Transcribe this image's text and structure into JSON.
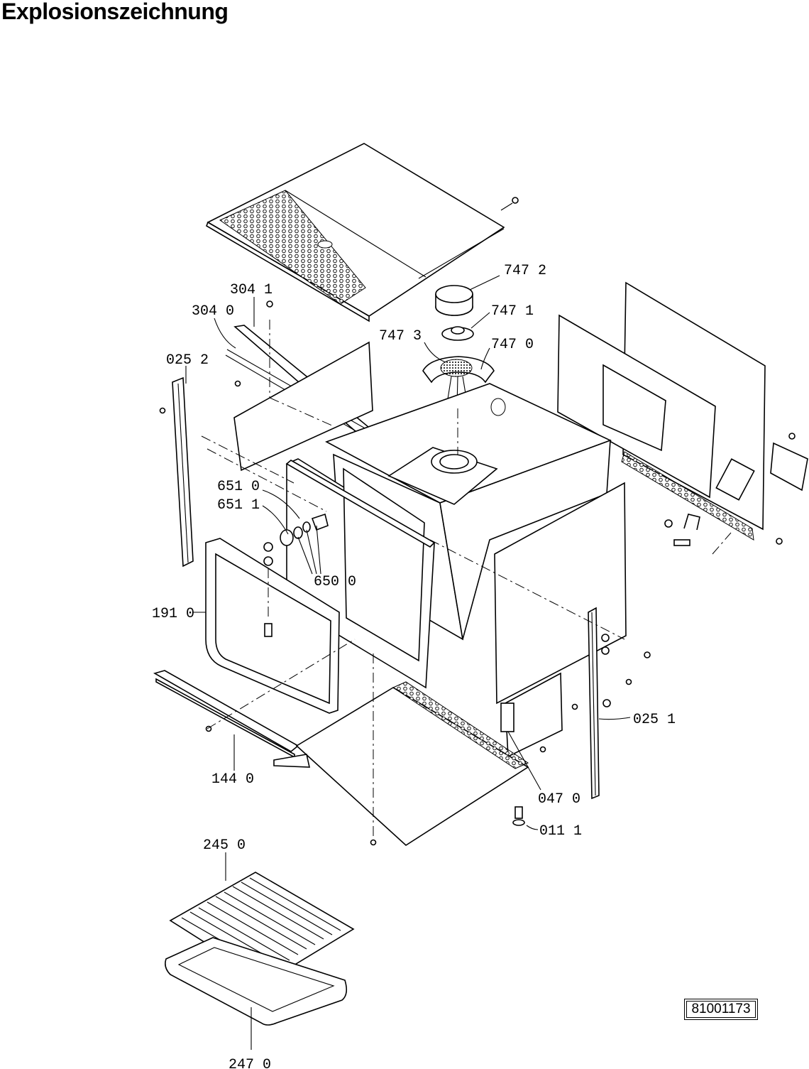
{
  "title": "Explosionszeichnung",
  "document_number": "81001173",
  "part_labels": [
    {
      "id": "p7472",
      "text": "747 2"
    },
    {
      "id": "p7471",
      "text": "747 1"
    },
    {
      "id": "p7473",
      "text": "747 3"
    },
    {
      "id": "p7470",
      "text": "747 0"
    },
    {
      "id": "p3041",
      "text": "304 1"
    },
    {
      "id": "p3040",
      "text": "304 0"
    },
    {
      "id": "p0252",
      "text": "025 2"
    },
    {
      "id": "p6510",
      "text": "651 0"
    },
    {
      "id": "p6511",
      "text": "651 1"
    },
    {
      "id": "p6500",
      "text": "650 0"
    },
    {
      "id": "p1910",
      "text": "191 0"
    },
    {
      "id": "p1440",
      "text": "144 0"
    },
    {
      "id": "p0251",
      "text": "025 1"
    },
    {
      "id": "p0470",
      "text": "047 0"
    },
    {
      "id": "p0111",
      "text": "011 1"
    },
    {
      "id": "p2450",
      "text": "245 0"
    },
    {
      "id": "p2470",
      "text": "247 0"
    }
  ]
}
